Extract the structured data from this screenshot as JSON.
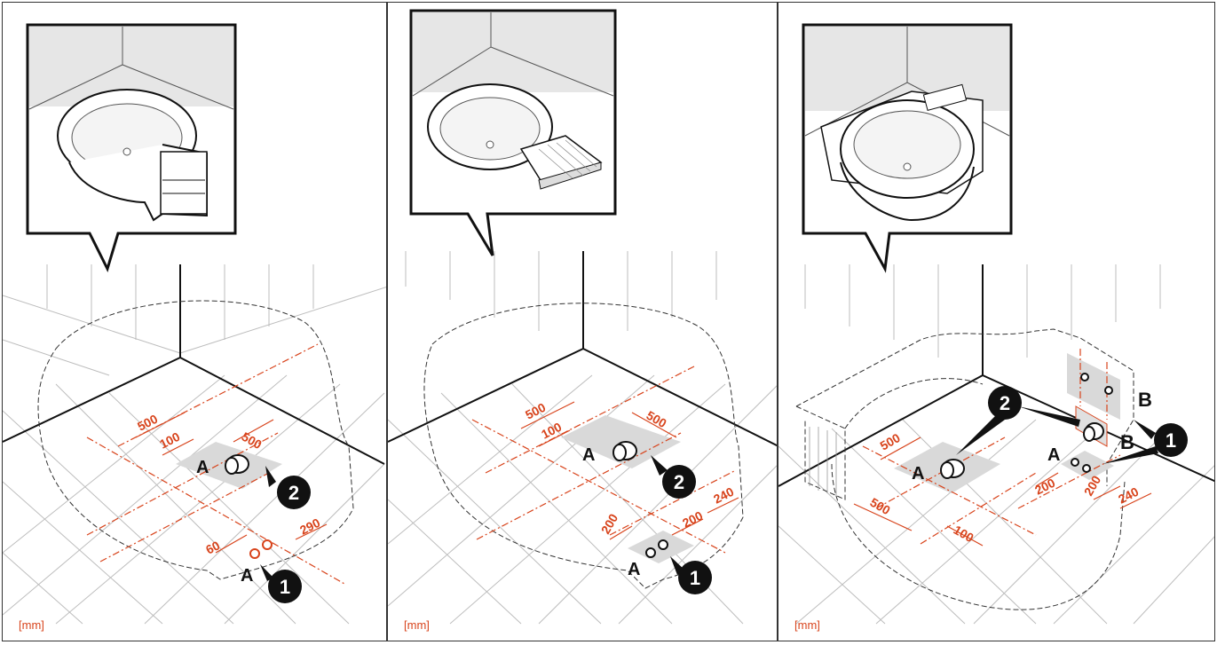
{
  "unit_label": "[mm]",
  "accent_color": "#d8441c",
  "panels": [
    {
      "dimensions": [
        "500",
        "100",
        "500",
        "60",
        "290"
      ],
      "labels": {
        "a_top": "A",
        "a_bottom": "A",
        "callout_1": "1",
        "callout_2": "2"
      }
    },
    {
      "dimensions": [
        "500",
        "100",
        "500",
        "200",
        "200",
        "240"
      ],
      "labels": {
        "a_top": "A",
        "a_bottom": "A",
        "callout_1": "1",
        "callout_2": "2"
      }
    },
    {
      "dimensions": [
        "500",
        "500",
        "100",
        "200",
        "200",
        "240"
      ],
      "labels": {
        "a_top": "A",
        "a_bottom": "A",
        "b_top": "B",
        "b_mid": "B",
        "callout_1": "1",
        "callout_2": "2"
      }
    }
  ]
}
